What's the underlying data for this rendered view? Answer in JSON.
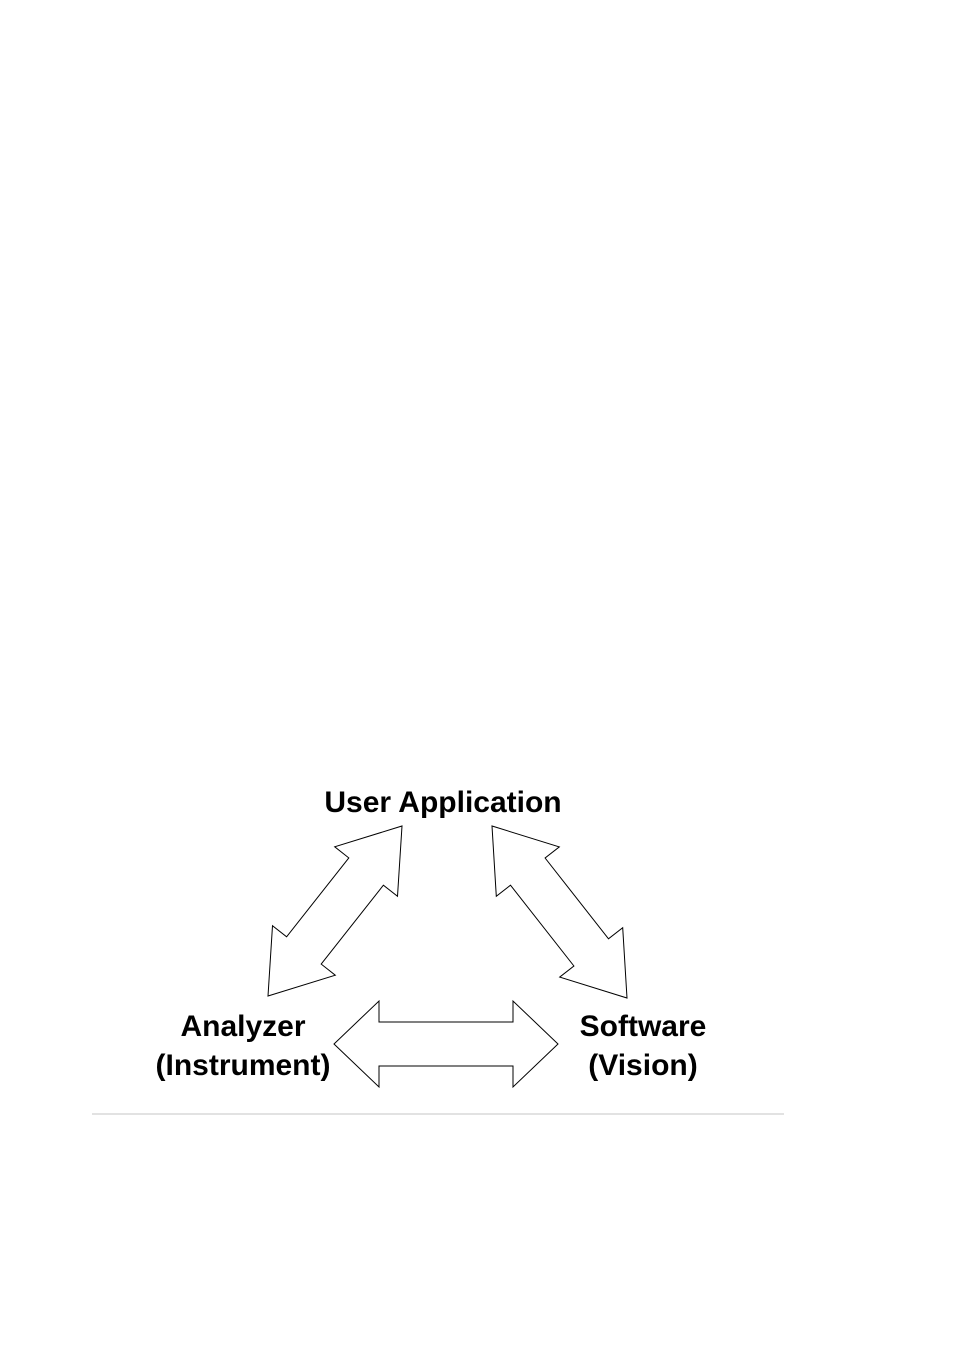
{
  "diagram": {
    "nodes": {
      "user_application": {
        "label": "User Application"
      },
      "analyzer": {
        "label_line1": "Analyzer",
        "label_line2": "(Instrument)"
      },
      "software": {
        "label_line1": "Software",
        "label_line2": "(Vision)"
      }
    },
    "connections": [
      {
        "from": "analyzer",
        "to": "user_application",
        "style": "double-headed-outline-arrow"
      },
      {
        "from": "software",
        "to": "user_application",
        "style": "double-headed-outline-arrow"
      },
      {
        "from": "analyzer",
        "to": "software",
        "style": "double-headed-outline-arrow"
      }
    ],
    "colors": {
      "text": "#000000",
      "arrow_fill": "#ffffff",
      "arrow_stroke": "#000000",
      "rule": "#d9d9d9"
    }
  }
}
